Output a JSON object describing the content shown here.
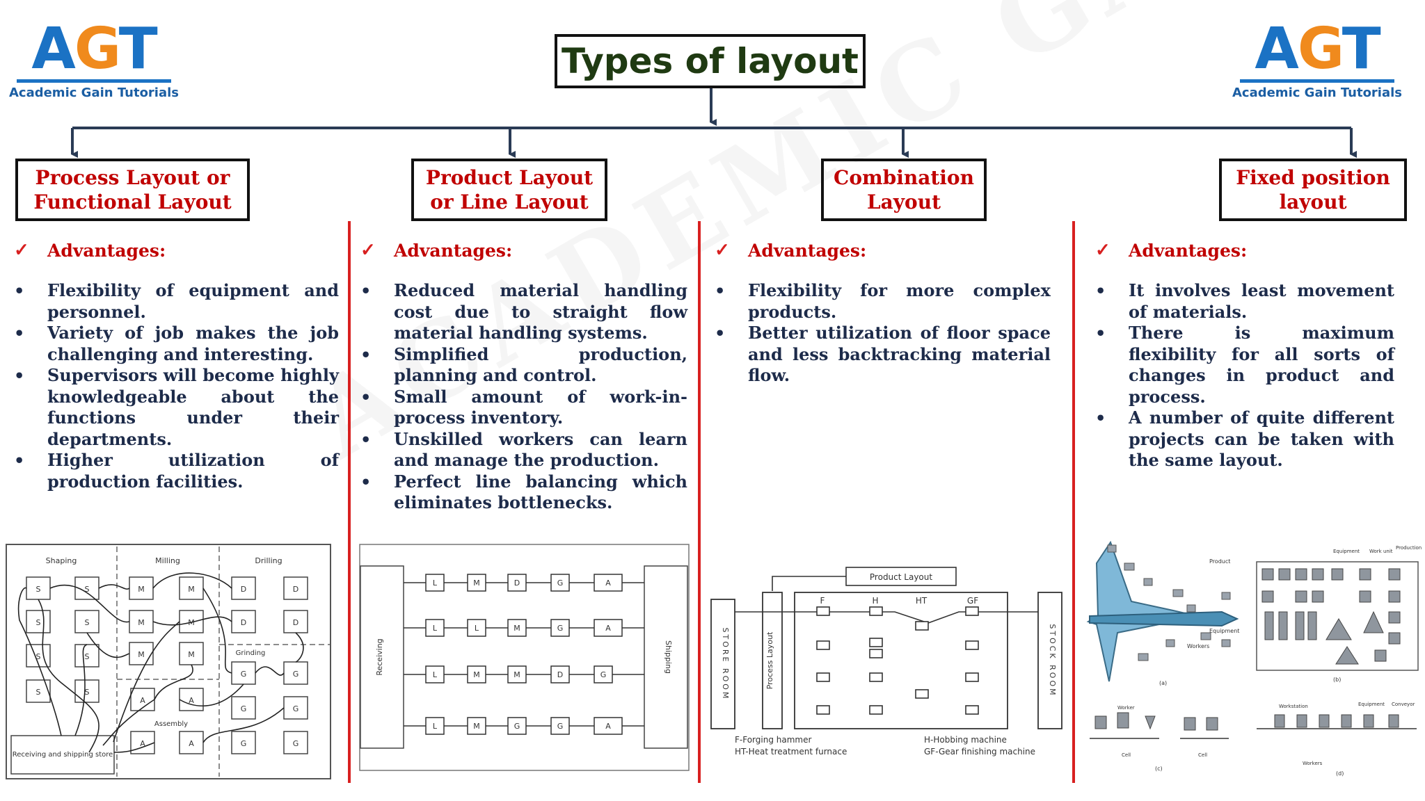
{
  "title": "Types of layout",
  "logo": {
    "mark_a": "A",
    "mark_g": "G",
    "mark_t": "T",
    "subtitle": "Academic Gain Tutorials"
  },
  "watermark": "ACADEMIC GAIN TUTORIALS",
  "colors": {
    "heading_red": "#c00000",
    "divider_red": "#d82020",
    "body_navy": "#1d2b4a",
    "title_green": "#1f3a12",
    "logo_blue": "#1b72c4",
    "logo_orange": "#f08a1d"
  },
  "categories": [
    {
      "title_line1": "Process Layout or",
      "title_line2": "Functional Layout",
      "advantages_label": "Advantages:",
      "points": [
        "Flexibility of equipment and personnel.",
        "Variety of job makes the job challenging and interesting.",
        "Supervisors will become highly knowledgeable about the functions under their departments.",
        "Higher utilization of production facilities."
      ]
    },
    {
      "title_line1": "Product Layout",
      "title_line2": "or Line Layout",
      "advantages_label": "Advantages:",
      "points": [
        "Reduced material handling cost due to straight flow material handling systems.",
        "Simplified production, planning and control.",
        "Small amount of work-in-process inventory.",
        "Unskilled workers can learn and manage the production.",
        "Perfect line balancing which eliminates bottlenecks."
      ]
    },
    {
      "title_line1": "Combination",
      "title_line2": "Layout",
      "advantages_label": "Advantages:",
      "points": [
        "Flexibility for more complex products.",
        "Better utilization of floor space and less backtracking material flow."
      ]
    },
    {
      "title_line1": "Fixed position",
      "title_line2": "layout",
      "advantages_label": "Advantages:",
      "points": [
        "It involves least movement of materials.",
        "There is maximum flexibility for all sorts of changes in product and process.",
        "A number of quite different projects can be taken with the same layout."
      ]
    }
  ],
  "process_diagram": {
    "sections": [
      "Shaping",
      "Milling",
      "Drilling"
    ],
    "grinding": "Grinding",
    "assembly": "Assembly",
    "store": "Receiving and shipping store",
    "machines": [
      "S",
      "M",
      "D",
      "G",
      "A"
    ]
  },
  "product_diagram": {
    "receiving": "Receiving",
    "shipping": "Shipping",
    "rows": [
      [
        "L",
        "M",
        "D",
        "G",
        "A"
      ],
      [
        "L",
        "L",
        "M",
        "G",
        "A"
      ],
      [
        "L",
        "M",
        "M",
        "D",
        "G"
      ],
      [
        "L",
        "M",
        "G",
        "G",
        "A"
      ]
    ]
  },
  "combination_diagram": {
    "product_layout": "Product Layout",
    "process_layout": "Process Layout",
    "store_room": "STORE ROOM",
    "stock_room": "STOCK ROOM",
    "col_labels": [
      "F",
      "H",
      "HT",
      "GF"
    ],
    "legend": [
      "F-Forging hammer",
      "HT-Heat treatment furnace",
      "H-Hobbing machine",
      "GF-Gear finishing machine"
    ]
  },
  "fixed_diagram": {
    "labels": [
      "Product",
      "Equipment",
      "Workers",
      "Equipment",
      "Work unit",
      "Production machines",
      "Worker",
      "Cell",
      "Cell",
      "Workstation",
      "Equipment",
      "Conveyor",
      "Workers"
    ],
    "panels": [
      "(a)",
      "(b)",
      "(c)",
      "(d)"
    ]
  }
}
